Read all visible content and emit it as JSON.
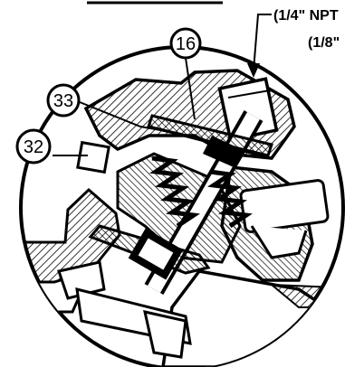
{
  "callouts": {
    "c16": "16",
    "c33": "33",
    "c32": "32"
  },
  "notes": {
    "npt_quarter": "(1/4\" NPT",
    "npt_eighth": "(1/8\""
  }
}
